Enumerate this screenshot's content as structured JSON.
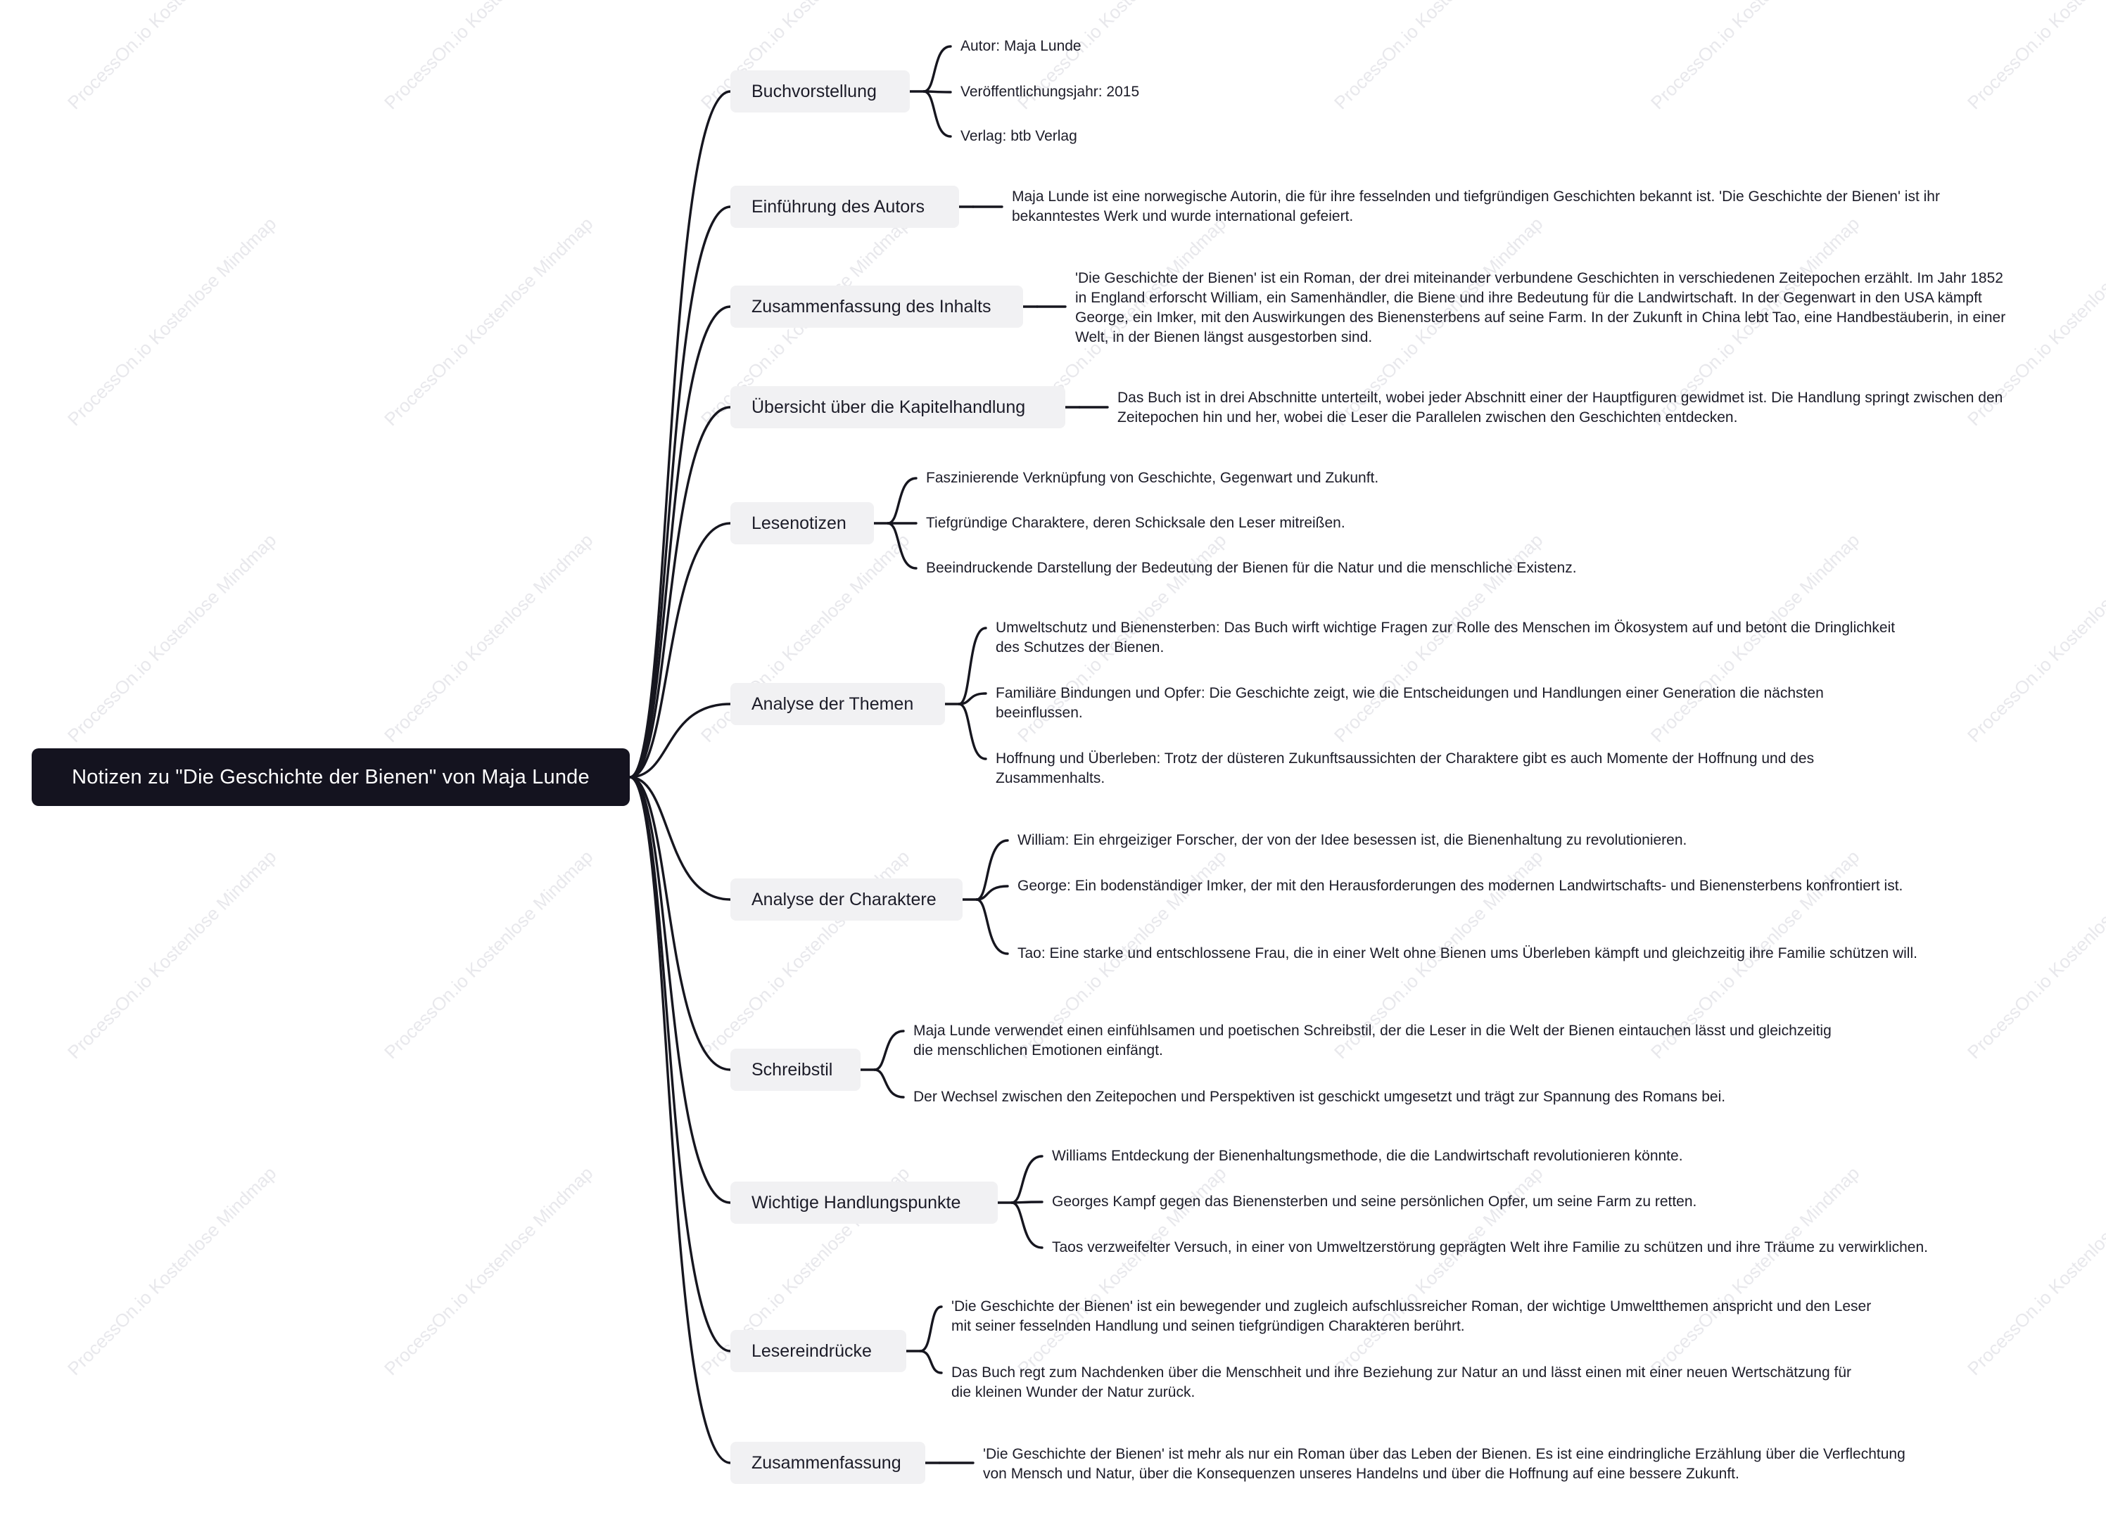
{
  "root": {
    "title": "Notizen zu \"Die Geschichte der Bienen\" von Maja Lunde"
  },
  "watermark": {
    "text": "ProcessOn.io Kostenlose Mindmap"
  },
  "branches": [
    {
      "label": "Buchvorstellung",
      "children": [
        "Autor: Maja Lunde",
        "Veröffentlichungsjahr: 2015",
        "Verlag: btb Verlag"
      ]
    },
    {
      "label": "Einführung des Autors",
      "children": [
        "Maja Lunde ist eine norwegische Autorin, die für ihre fesselnden und tiefgründigen Geschichten bekannt ist. 'Die Geschichte der Bienen' ist ihr bekanntestes Werk und wurde international gefeiert."
      ]
    },
    {
      "label": "Zusammenfassung des Inhalts",
      "children": [
        "'Die Geschichte der Bienen' ist ein Roman, der drei miteinander verbundene Geschichten in verschiedenen Zeitepochen erzählt. Im Jahr 1852 in England erforscht William, ein Samenhändler, die Biene und ihre Bedeutung für die Landwirtschaft. In der Gegenwart in den USA kämpft George, ein Imker, mit den Auswirkungen des Bienensterbens auf seine Farm. In der Zukunft in China lebt Tao, eine Handbestäuberin, in einer Welt, in der Bienen längst ausgestorben sind."
      ]
    },
    {
      "label": "Übersicht über die Kapitelhandlung",
      "children": [
        "Das Buch ist in drei Abschnitte unterteilt, wobei jeder Abschnitt einer der Hauptfiguren gewidmet ist. Die Handlung springt zwischen den Zeitepochen hin und her, wobei die Leser die Parallelen zwischen den Geschichten entdecken."
      ]
    },
    {
      "label": "Lesenotizen",
      "children": [
        "Faszinierende Verknüpfung von Geschichte, Gegenwart und Zukunft.",
        "Tiefgründige Charaktere, deren Schicksale den Leser mitreißen.",
        "Beeindruckende Darstellung der Bedeutung der Bienen für die Natur und die menschliche Existenz."
      ]
    },
    {
      "label": "Analyse der Themen",
      "children": [
        "Umweltschutz und Bienensterben: Das Buch wirft wichtige Fragen zur Rolle des Menschen im Ökosystem auf und betont die Dringlichkeit des Schutzes der Bienen.",
        "Familiäre Bindungen und Opfer: Die Geschichte zeigt, wie die Entscheidungen und Handlungen einer Generation die nächsten beeinflussen.",
        "Hoffnung und Überleben: Trotz der düsteren Zukunftsaussichten der Charaktere gibt es auch Momente der Hoffnung und des Zusammenhalts."
      ]
    },
    {
      "label": "Analyse der Charaktere",
      "children": [
        "William: Ein ehrgeiziger Forscher, der von der Idee besessen ist, die Bienenhaltung zu revolutionieren.",
        "George: Ein bodenständiger Imker, der mit den Herausforderungen des modernen Landwirtschafts- und Bienensterbens konfrontiert ist.",
        "Tao: Eine starke und entschlossene Frau, die in einer Welt ohne Bienen ums Überleben kämpft und gleichzeitig ihre Familie schützen will."
      ]
    },
    {
      "label": "Schreibstil",
      "children": [
        "Maja Lunde verwendet einen einfühlsamen und poetischen Schreibstil, der die Leser in die Welt der Bienen eintauchen lässt und gleichzeitig die menschlichen Emotionen einfängt.",
        "Der Wechsel zwischen den Zeitepochen und Perspektiven ist geschickt umgesetzt und trägt zur Spannung des Romans bei."
      ]
    },
    {
      "label": "Wichtige Handlungspunkte",
      "children": [
        "Williams Entdeckung der Bienenhaltungsmethode, die die Landwirtschaft revolutionieren könnte.",
        "Georges Kampf gegen das Bienensterben und seine persönlichen Opfer, um seine Farm zu retten.",
        "Taos verzweifelter Versuch, in einer von Umweltzerstörung geprägten Welt ihre Familie zu schützen und ihre Träume zu verwirklichen."
      ]
    },
    {
      "label": "Lesereindrücke",
      "children": [
        "'Die Geschichte der Bienen' ist ein bewegender und zugleich aufschlussreicher Roman, der wichtige Umweltthemen anspricht und den Leser mit seiner fesselnden Handlung und seinen tiefgründigen Charakteren berührt.",
        "Das Buch regt zum Nachdenken über die Menschheit und ihre Beziehung zur Natur an und lässt einen mit einer neuen Wertschätzung für die kleinen Wunder der Natur zurück."
      ]
    },
    {
      "label": "Zusammenfassung",
      "children": [
        "'Die Geschichte der Bienen' ist mehr als nur ein Roman über das Leben der Bienen. Es ist eine eindringliche Erzählung über die Verflechtung von Mensch und Natur, über die Konsequenzen unseres Handelns und über die Hoffnung auf eine bessere Zukunft."
      ]
    }
  ]
}
